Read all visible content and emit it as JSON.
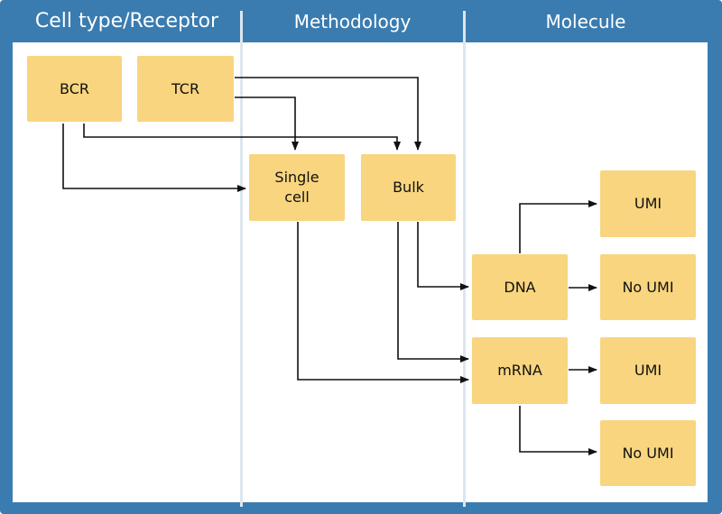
{
  "header": {
    "col1": "Cell type/Receptor",
    "col2": "Methodology",
    "col3": "Molecule"
  },
  "nodes": {
    "bcr": "BCR",
    "tcr": "TCR",
    "single_cell": "Single\ncell",
    "bulk": "Bulk",
    "dna": "DNA",
    "mrna": "mRNA",
    "umi_top": "UMI",
    "no_umi_dna": "No UMI",
    "umi_mrna": "UMI",
    "no_umi_bottom": "No UMI"
  },
  "colors": {
    "frame": "#3a7cb0",
    "node_fill": "#f8d57e",
    "divider": "#dde6ee",
    "arrow": "#111111"
  }
}
